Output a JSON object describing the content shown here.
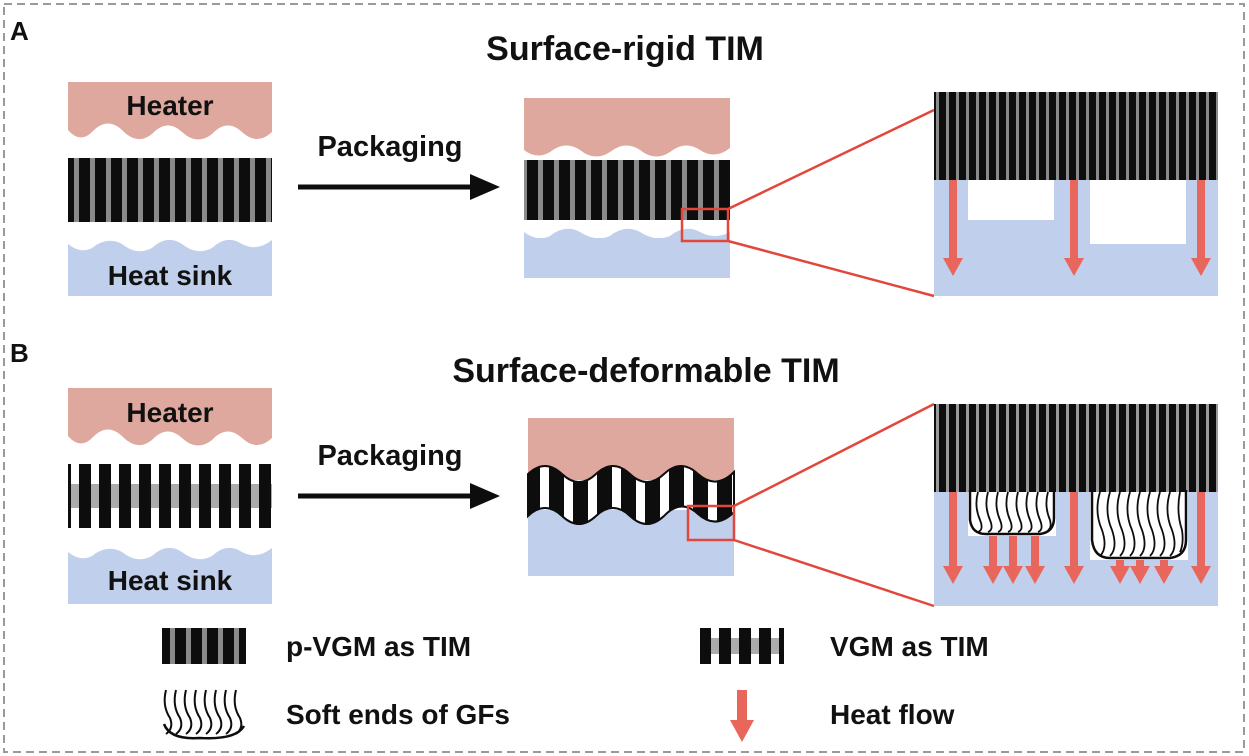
{
  "colors": {
    "heater": "#dfa89e",
    "heat_sink": "#c0cfec",
    "tim_black": "#0d0d0d",
    "tim_gray": "#8a8a8a",
    "heat_flow": "#e8665c",
    "zoom_line": "#e2473b",
    "frame_dash": "#9a9a9a"
  },
  "panel_a": {
    "letter": "A",
    "title": "Surface-rigid TIM",
    "heater_label": "Heater",
    "sink_label": "Heat sink",
    "arrow_label": "Packaging"
  },
  "panel_b": {
    "letter": "B",
    "title": "Surface-deformable TIM",
    "heater_label": "Heater",
    "sink_label": "Heat sink",
    "arrow_label": "Packaging"
  },
  "legend": {
    "pvgm": "p-VGM as TIM",
    "vgm": "VGM as TIM",
    "soft_ends": "Soft ends of GFs",
    "heat_flow": "Heat flow"
  },
  "icons": [
    "packaging-arrow-icon",
    "heat-flow-arrow-icon",
    "soft-ends-icon",
    "zoom-box-icon"
  ]
}
